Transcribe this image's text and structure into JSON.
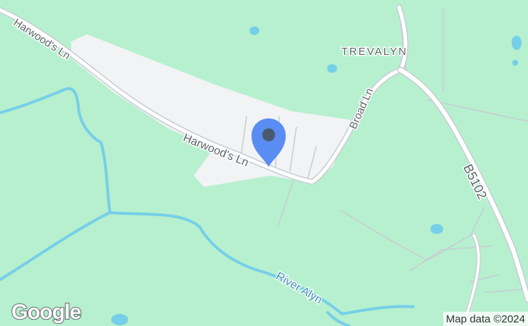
{
  "map": {
    "colors": {
      "land": "#b7f0cf",
      "water": "#76cfe8",
      "built_up": "#f1f3f4",
      "road_fill": "#ffffff",
      "road_casing": "#c6ccd3",
      "label_text": "#5f6368",
      "water_label_text": "#3f8fb7",
      "marker": "#5a8df2"
    },
    "labels": {
      "road_harwoods_ln_top": "Harwood's Ln",
      "road_harwoods_ln": "Harwood's Ln",
      "road_broad_ln": "Broad Ln",
      "road_b5102": "B5102",
      "place_trevalyn": "TREVALYN",
      "river_alyn": "River Alyn"
    },
    "marker_icon": "location-pin-icon",
    "logo": "Google",
    "attribution": "Map data ©2024"
  }
}
